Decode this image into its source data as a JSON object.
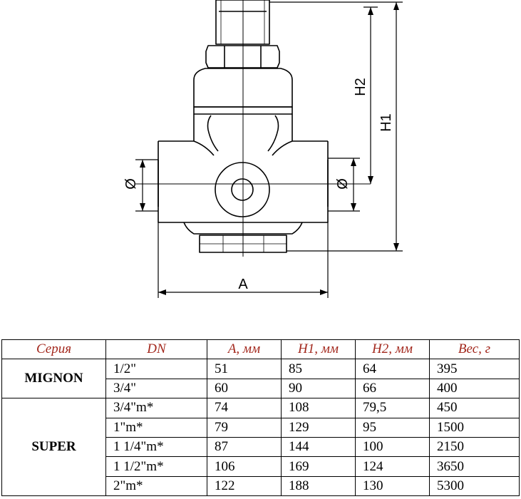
{
  "drawing": {
    "labels": {
      "height_total": "H1",
      "height_partial": "H2",
      "width": "A",
      "diameter_left": "Ø",
      "diameter_right": "Ø"
    }
  },
  "table": {
    "headers": [
      "Серия",
      "DN",
      "A, мм",
      "H1, мм",
      "H2, мм",
      "Вес, г"
    ],
    "groups": [
      {
        "series": "MIGNON",
        "rows": [
          [
            "1/2\"",
            "51",
            "85",
            "64",
            "395"
          ],
          [
            "3/4\"",
            "60",
            "90",
            "66",
            "400"
          ]
        ]
      },
      {
        "series": "SUPER",
        "rows": [
          [
            "3/4\"m*",
            "74",
            "108",
            "79,5",
            "450"
          ],
          [
            "1\"m*",
            "79",
            "129",
            "95",
            "1500"
          ],
          [
            "1 1/4\"m*",
            "87",
            "144",
            "100",
            "2150"
          ],
          [
            "1 1/2\"m*",
            "106",
            "169",
            "124",
            "3650"
          ],
          [
            "2\"m*",
            "122",
            "188",
            "130",
            "5300"
          ]
        ]
      }
    ]
  }
}
